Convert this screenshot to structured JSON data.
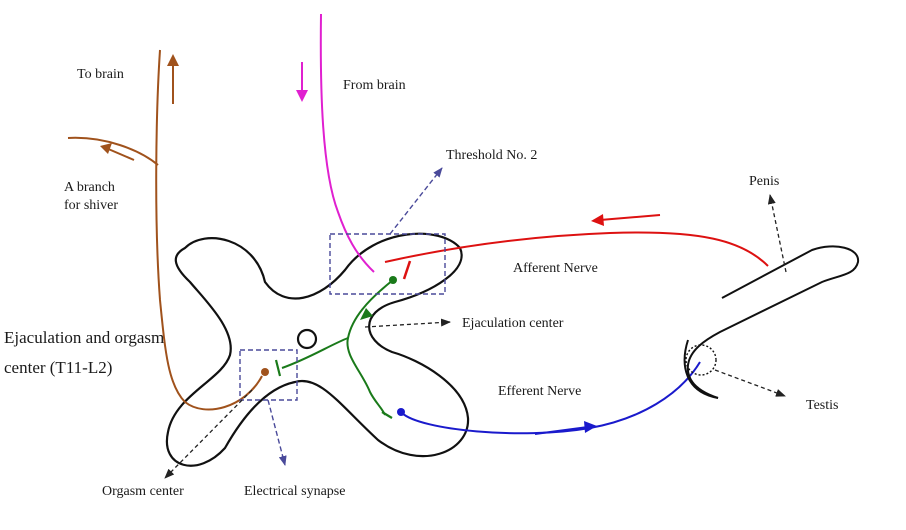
{
  "labels": {
    "to_brain": "To brain",
    "from_brain": "From brain",
    "threshold": "Threshold No. 2",
    "branch_line1": "A branch",
    "branch_line2": "for shiver",
    "penis": "Penis",
    "afferent_nerve": "Afferent Nerve",
    "ejaculation_center": "Ejaculation center",
    "ejac_orgasm_line1": "Ejaculation and orgasm",
    "ejac_orgasm_line2": "center (T11-L2)",
    "efferent_nerve": "Efferent Nerve",
    "testis": "Testis",
    "orgasm_center": "Orgasm center",
    "electrical_synapse": "Electrical synapse"
  },
  "colors": {
    "outline": "#111111",
    "to_brain_pathway": "#a0521c",
    "from_brain_pathway": "#e020d0",
    "afferent_pathway": "#dd1111",
    "ejaculation_pathway": "#1a7a1a",
    "efferent_pathway": "#1a1acc",
    "dashed_box": "#4a4a9a",
    "leader_arrow": "#222222"
  }
}
